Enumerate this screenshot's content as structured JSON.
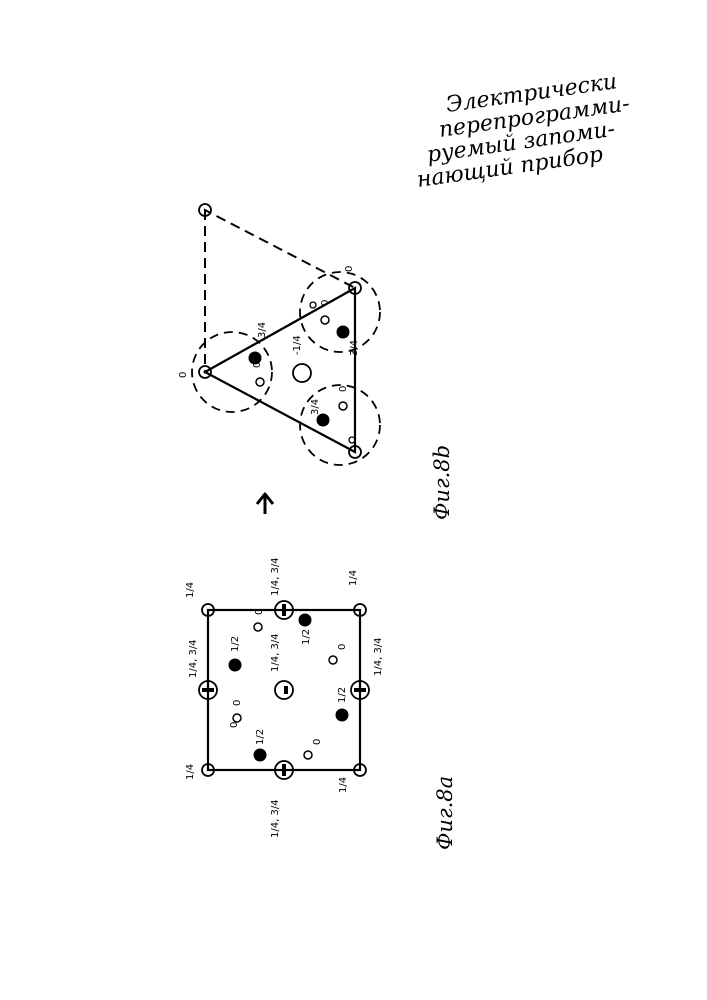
{
  "title_lines": [
    "Электрически",
    "перепрограмми-",
    "руемый запоми-",
    "нающий прибор"
  ],
  "figures": {
    "fig_a": {
      "caption": "Фиг.8а",
      "corner_labels": [
        "1/4",
        "1/4",
        "1/4",
        "1/4"
      ],
      "edge_labels": [
        "1/4, 3/4",
        "1/4, 3/4",
        "1/4, 3/4",
        "1/4, 3/4"
      ],
      "center_label": "1/4, 3/4",
      "half_labels": [
        "1/2",
        "1/2",
        "1/2",
        "1/2"
      ],
      "zero_labels": [
        "0",
        "0",
        "0",
        "0",
        "0"
      ]
    },
    "fig_b": {
      "caption": "Фиг.8b",
      "vertex_labels": [
        "0",
        "0"
      ],
      "three_quarter_labels": [
        "3/4",
        "3/4",
        "3/4"
      ],
      "center_label": "-1/4",
      "zero_labels": [
        "0",
        "0",
        "0"
      ]
    }
  },
  "arrow_direction": "up"
}
